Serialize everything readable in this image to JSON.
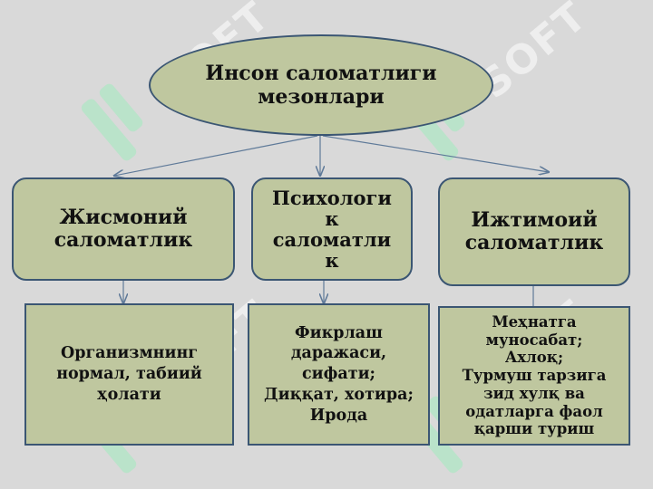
{
  "top": {
    "label": "Инсон саломатлиги\nмезонлари"
  },
  "mid_boxes": [
    {
      "label": "Жисмоний\nсаломатлик"
    },
    {
      "label": "Психологи\nк\nсаломатли\nк"
    },
    {
      "label": "Ижтимоий\nсаломатлик"
    }
  ],
  "bottom_boxes": [
    {
      "label": "Организмнинг\nнормал, табиий\nҳолати"
    },
    {
      "label": "Фикрлаш\nдаражаси,\nсифати;\nДиққат, хотира;\nИрода"
    },
    {
      "label": "Меҳнатга\nмуносабат;\nАхлоқ;\nТурмуш тарзига\nзид хулқ ва\nодатларга фаол\nқарши туриш"
    }
  ],
  "watermark": {
    "text": "SOFT"
  },
  "colors": {
    "box_fill": "#bfc79f",
    "border": "#3b5673",
    "background": "#d9d9d9"
  }
}
